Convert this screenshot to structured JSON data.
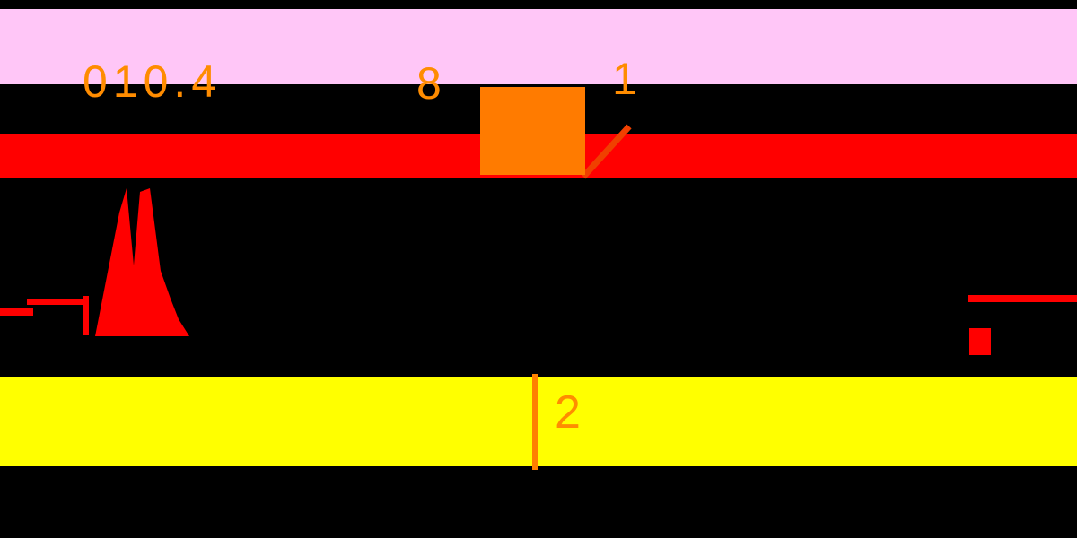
{
  "display": {
    "background": "#000000",
    "labels": {
      "reading": "010.4",
      "marker_8": "8",
      "marker_1": "1",
      "marker_2": "2"
    },
    "colors": {
      "pink_band": "#ffc6f7",
      "red": "#ff0000",
      "orange_fill": "#ff7b00",
      "orange_text": "#ff8c00",
      "yellow_band": "#ffff00",
      "diagonal": "#f04000",
      "cursor": "#ff8000"
    }
  }
}
